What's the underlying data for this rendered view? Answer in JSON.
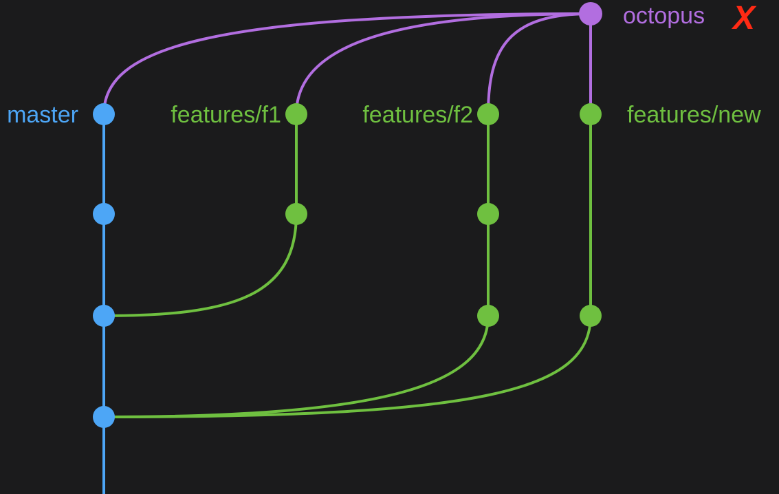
{
  "colors": {
    "background": "#1b1b1c",
    "master": "#4da6f6",
    "feature": "#6fc040",
    "octopus": "#b26ee0",
    "cancel": "#ff2a14"
  },
  "branches": {
    "master": "master",
    "f1": "features/f1",
    "f2": "features/f2",
    "new": "features/new",
    "octopus": "octopus"
  },
  "octopus_mark": {
    "glyph": "X",
    "icon": "cross-mark-icon"
  }
}
